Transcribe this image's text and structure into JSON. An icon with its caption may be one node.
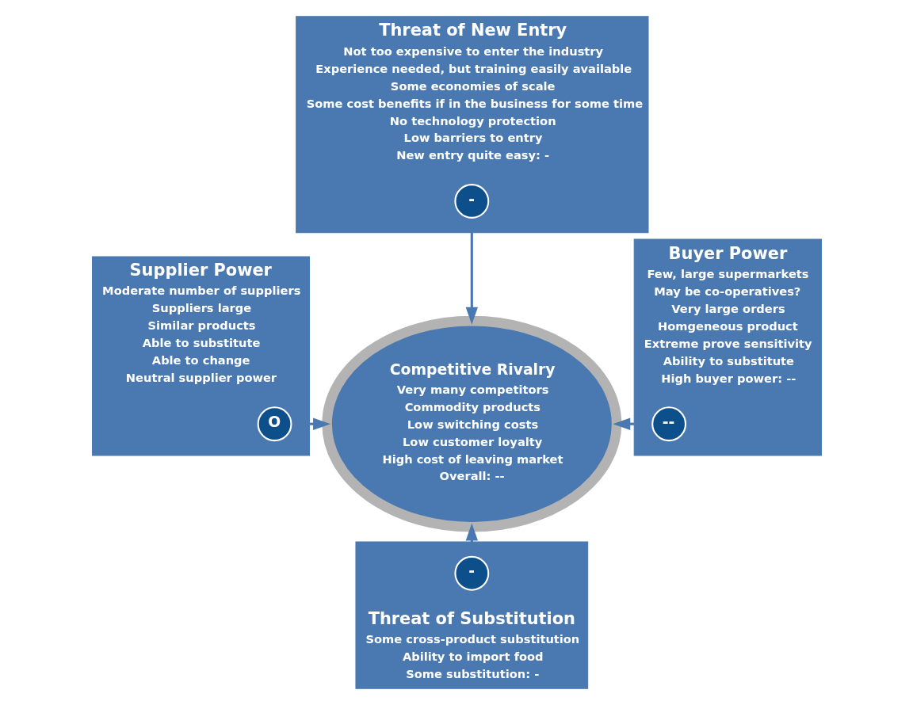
{
  "diagram": {
    "nodes": [
      {
        "text": [
          "Threat of New Entry",
          "Not too expensive to enter the industry",
          "Experience needed, but training easily available",
          "Some economies of scale",
          "Some cost benefits if in the business for some time",
          "No technology protection",
          "Low barriers to entry",
          "New entry quite easy: -"
        ]
      },
      {
        "text": [
          "-"
        ],
        "in": 0
      },
      {
        "text": [
          "Supplier Power",
          "Moderate number of suppliers",
          "Suppliers large",
          "Similar products",
          "Able to substitute",
          "Able to change",
          "Neutral supplier power"
        ]
      },
      {
        "text": [
          "O"
        ],
        "in": 2
      },
      {
        "text": [
          "Competitive Rivalry",
          "Very many competitors",
          "Commodity products",
          "Low switching costs",
          "Low customer loyalty",
          "High cost of leaving market",
          "Overall: --"
        ]
      },
      {
        "text": [
          "Buyer Power",
          "Few, large supermarkets",
          "May be co-operatives?",
          "Very large orders",
          "Homgeneous product",
          "Extreme prove sensitivity",
          "Ability to substitute",
          "High buyer power: --"
        ]
      },
      {
        "text": [
          "--"
        ],
        "in": 5
      },
      {
        "text": [
          "Threat of Substitution",
          "Some cross-product substitution",
          "Ability to import food",
          "Some substitution: -"
        ]
      },
      {
        "text": [
          "-"
        ],
        "in": 7
      }
    ],
    "edges": [
      {
        "from": 0,
        "to": 4,
        "arrow": "to"
      },
      {
        "from": 2,
        "to": 4,
        "arrow": "to"
      },
      {
        "from": 5,
        "to": 4,
        "arrow": "to"
      },
      {
        "from": 7,
        "to": 4,
        "arrow": "to"
      }
    ]
  }
}
